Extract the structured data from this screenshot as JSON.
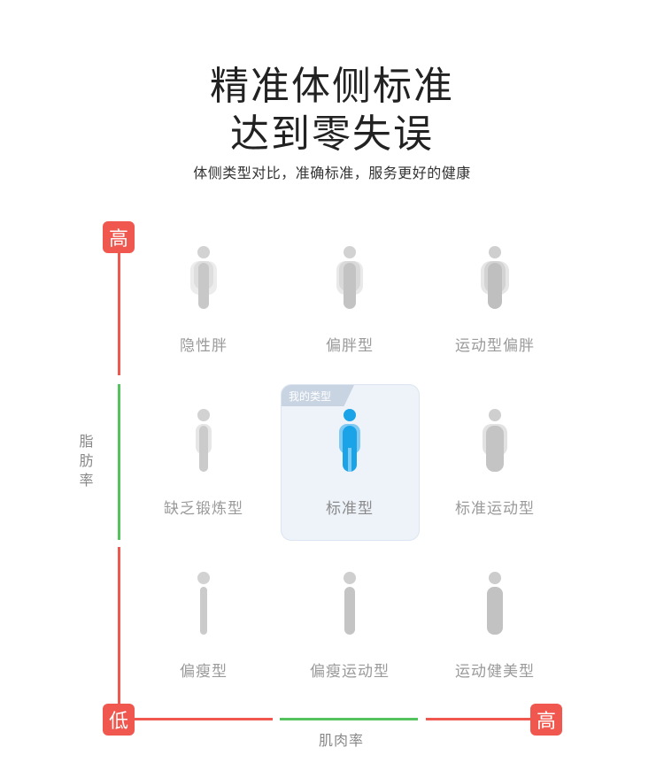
{
  "header": {
    "title_line1": "精准体侧标准",
    "title_line2": "达到零失误",
    "subtitle": "体侧类型对比，准确标准，服务更好的健康"
  },
  "axis": {
    "y_high": "高",
    "y_label": "脂肪率",
    "origin": "低",
    "x_high": "高",
    "x_label": "肌肉率"
  },
  "grid": {
    "row1": [
      "隐性胖",
      "偏胖型",
      "运动型偏胖"
    ],
    "row2": [
      "缺乏锻炼型",
      "标准型",
      "标准运动型"
    ],
    "row3": [
      "偏瘦型",
      "偏瘦运动型",
      "运动健美型"
    ]
  },
  "highlight": {
    "tag": "我的类型"
  },
  "colors": {
    "axis_red": "#f0574e",
    "axis_green": "#55c35d",
    "figure_gray": "#c8c8c8",
    "figure_blue": "#1ba3e8"
  }
}
